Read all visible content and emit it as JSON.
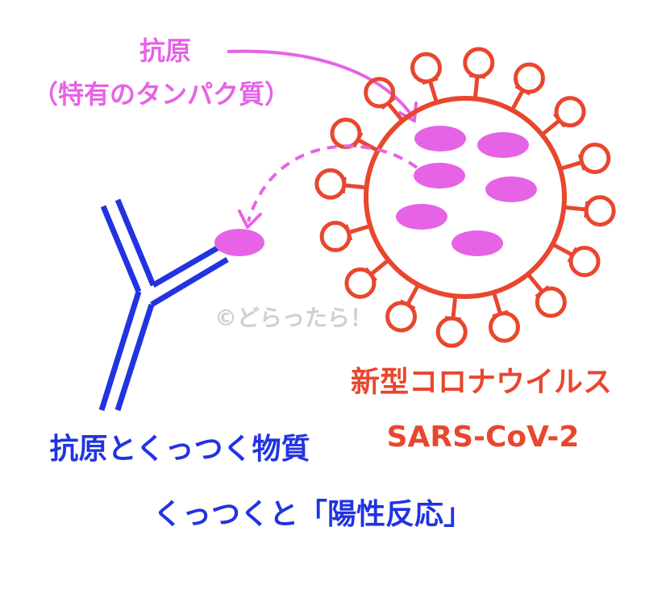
{
  "antigen": {
    "title": "抗原",
    "subtitle": "（特有のタンパク質）"
  },
  "virus": {
    "name": "新型コロナウイルス",
    "code": "SARS-CoV-2"
  },
  "antibody": {
    "label": "抗原とくっつく物質"
  },
  "result": {
    "text": "くっつくと「陽性反応」"
  },
  "watermark": "©どらったら！",
  "colors": {
    "antigen": "#e663e6",
    "virus": "#e8472e",
    "antibody": "#2233e0",
    "text_blue": "#2233e0",
    "watermark": "#d0d0d0"
  }
}
